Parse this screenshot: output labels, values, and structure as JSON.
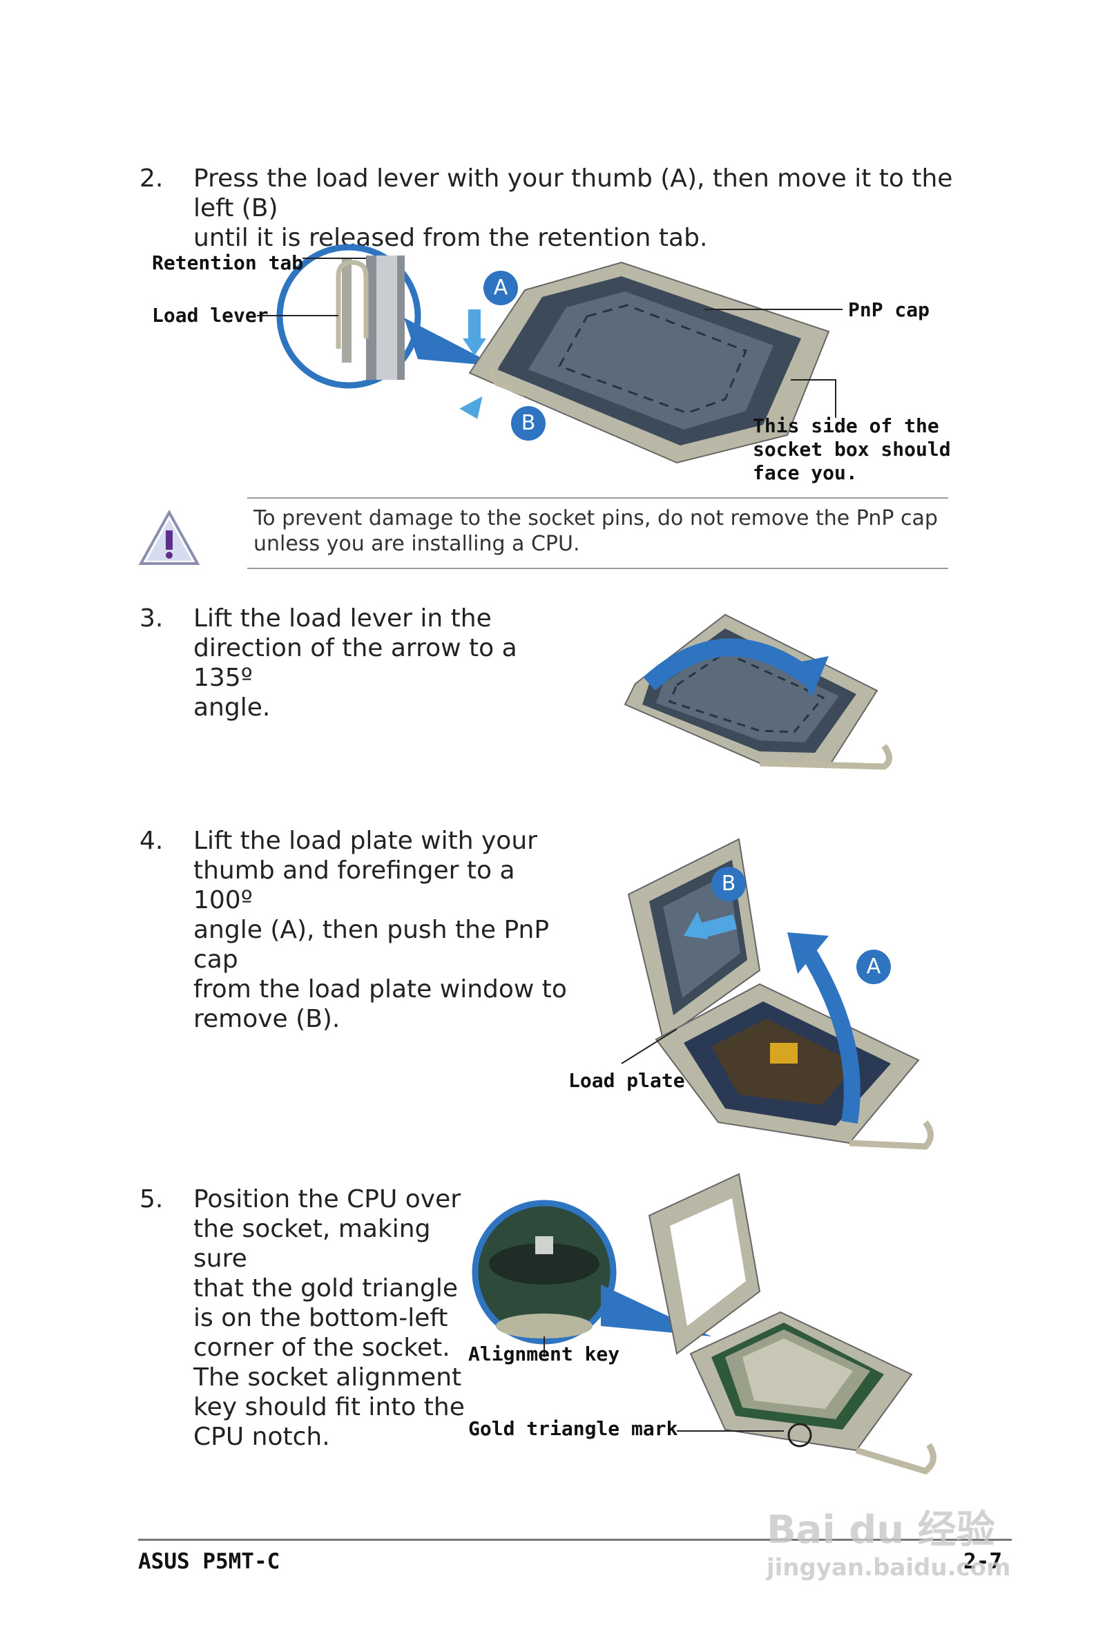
{
  "steps": [
    {
      "number": "2.",
      "text": "Press the load lever with your thumb (A), then move it to the left (B)\nuntil it is released from the retention tab."
    },
    {
      "number": "3.",
      "text": "Lift the load lever in the\ndirection of the arrow to a 135º\nangle."
    },
    {
      "number": "4.",
      "text": "Lift the load plate with your\nthumb and forefinger to a 100º\nangle (A), then push the PnP cap\nfrom the load plate window to\nremove (B)."
    },
    {
      "number": "5.",
      "text": "Position the CPU over\nthe socket, making sure\nthat the gold triangle\nis on the bottom-left\ncorner of the socket.\nThe socket alignment\nkey should fit into the\nCPU notch."
    }
  ],
  "figure1": {
    "retention_tab": "Retention tab",
    "load_lever": "Load lever",
    "pnp_cap": "PnP cap",
    "side_note": "This side of the\nsocket box should\nface you.",
    "badge_a": "A",
    "badge_b": "B"
  },
  "caution": {
    "icon": "warning-triangle-icon",
    "text": "To prevent damage to the socket pins, do not remove the PnP cap\nunless you are installing a CPU."
  },
  "figure3": {
    "load_plate": "Load plate",
    "badge_a": "A",
    "badge_b": "B"
  },
  "figure4": {
    "alignment_key": "Alignment key",
    "gold_triangle": "Gold triangle mark"
  },
  "footer": {
    "product": "ASUS P5MT-C",
    "page": "2-7"
  },
  "watermark": {
    "brand": "Bai du 经验",
    "url": "jingyan.baidu.com"
  },
  "colors": {
    "accent_blue": "#2f74c0",
    "socket_dark": "#3c4a5a",
    "metal": "#b9b8a6"
  }
}
